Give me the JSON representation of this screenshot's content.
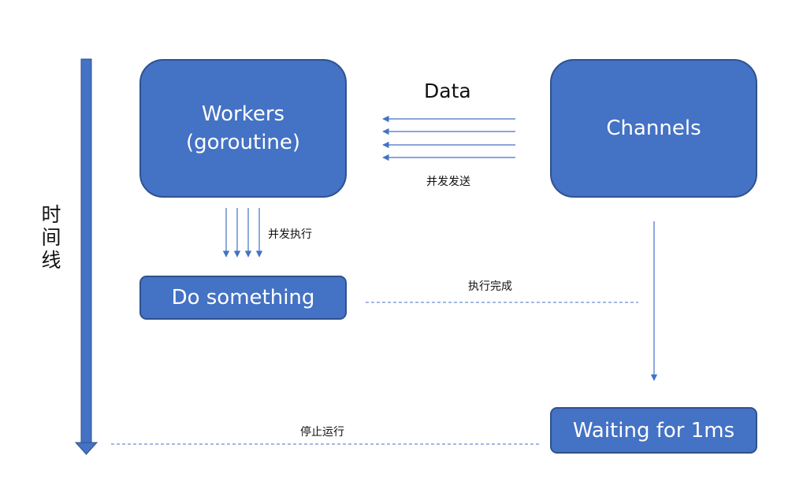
{
  "diagram": {
    "timeline_label": "时\n间\n线",
    "workers_box": "Workers\n(goroutine)",
    "channels_box": "Channels",
    "do_something_box": "Do something",
    "waiting_box": "Waiting for 1ms",
    "data_label": "Data",
    "concurrent_send_label": "并发发送",
    "concurrent_exec_label": "并发执行",
    "exec_complete_label": "执行完成",
    "stop_running_label": "停止运行"
  },
  "colors": {
    "box_fill": "#4472c4",
    "box_border": "#2f528f",
    "arrow": "#4472c4",
    "text": "#111111"
  }
}
